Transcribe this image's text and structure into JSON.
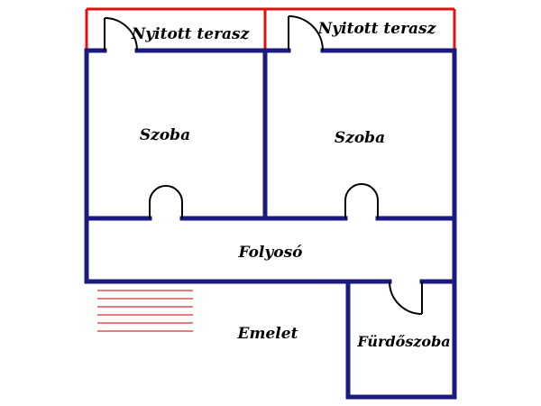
{
  "labels": {
    "terrace_left": "Nyitott terasz",
    "terrace_right": "Nyitott terasz",
    "room_left": "Szoba",
    "room_right": "Szoba",
    "corridor": "Folyosó",
    "floor": "Emelet",
    "bathroom": "Fürdőszoba"
  },
  "colors": {
    "wall": "#1a1a80",
    "terrace_rail": "#e01010",
    "stair": "#e05050",
    "door": "#000000"
  }
}
